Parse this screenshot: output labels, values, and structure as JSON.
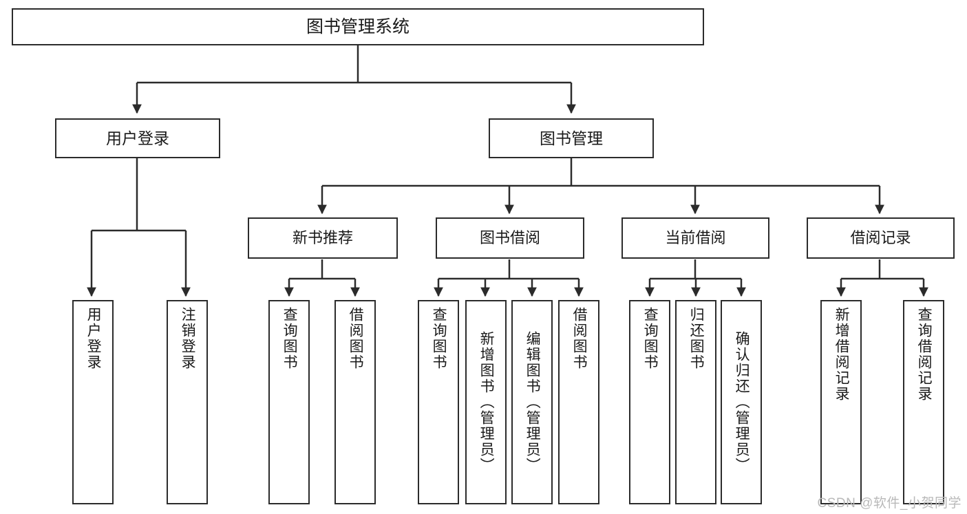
{
  "diagram": {
    "title": "图书管理系统",
    "type": "tree-hierarchy",
    "orientation": "top-down",
    "style": {
      "box_border_color": "#2b2b2b",
      "box_fill_color": "#ffffff",
      "edge_color": "#2b2b2b",
      "text_color": "#1a1a1a",
      "background": "#ffffff"
    },
    "watermark": "CSDN @软件_小贺同学",
    "root": {
      "id": "root",
      "label": "图书管理系统"
    },
    "level1": [
      {
        "id": "user-login",
        "label": "用户登录"
      },
      {
        "id": "book-management",
        "label": "图书管理"
      }
    ],
    "level2": [
      {
        "id": "new-book-recommend",
        "label": "新书推荐"
      },
      {
        "id": "book-borrow",
        "label": "图书借阅"
      },
      {
        "id": "current-borrow",
        "label": "当前借阅"
      },
      {
        "id": "borrow-record",
        "label": "借阅记录"
      }
    ],
    "leaves": {
      "user-login": [
        {
          "id": "leaf-user-login",
          "label": "用户登录"
        },
        {
          "id": "leaf-logout",
          "label": "注销登录"
        }
      ],
      "new-book-recommend": [
        {
          "id": "leaf-query-books-1",
          "label": "查询图书"
        },
        {
          "id": "leaf-borrow-books-1",
          "label": "借阅图书"
        }
      ],
      "book-borrow": [
        {
          "id": "leaf-query-books-2",
          "label": "查询图书"
        },
        {
          "id": "leaf-add-book",
          "label": "新增图书（管理员）"
        },
        {
          "id": "leaf-edit-book",
          "label": "编辑图书（管理员）"
        },
        {
          "id": "leaf-borrow-books-2",
          "label": "借阅图书"
        }
      ],
      "current-borrow": [
        {
          "id": "leaf-query-books-3",
          "label": "查询图书"
        },
        {
          "id": "leaf-return-book",
          "label": "归还图书"
        },
        {
          "id": "leaf-confirm-return",
          "label": "确认归还（管理员）"
        }
      ],
      "borrow-record": [
        {
          "id": "leaf-add-record",
          "label": "新增借阅记录"
        },
        {
          "id": "leaf-query-record",
          "label": "查询借阅记录"
        }
      ]
    }
  }
}
